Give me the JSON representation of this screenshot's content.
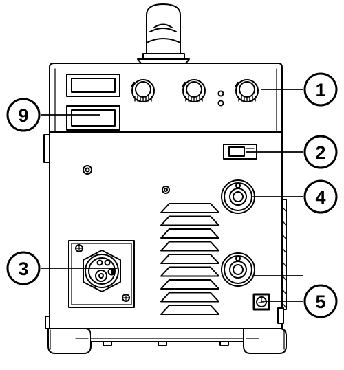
{
  "callouts": [
    {
      "id": "c1",
      "number": "1"
    },
    {
      "id": "c2",
      "number": "2"
    },
    {
      "id": "c3",
      "number": "3"
    },
    {
      "id": "c4",
      "number": "4"
    },
    {
      "id": "c5",
      "number": "5"
    },
    {
      "id": "c9",
      "number": "9"
    }
  ],
  "colors": {
    "line": "#000000",
    "fill": "#ffffff",
    "dark": "#111111"
  },
  "icons": {
    "handle": "carry-handle-icon",
    "knob": "rotary-knob-icon",
    "display": "lcd-display-icon",
    "switch": "power-switch-icon",
    "socket": "euro-connector-icon",
    "output": "output-terminal-icon",
    "ground": "ground-screw-icon"
  }
}
